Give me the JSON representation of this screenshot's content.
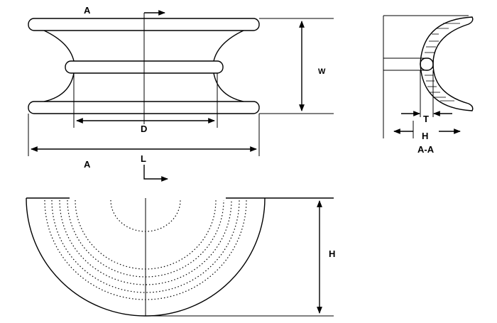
{
  "labels": {
    "section_top": "A",
    "section_bottom": "A",
    "dim_d": "D",
    "dim_l": "L",
    "dim_w": "W",
    "dim_h_side": "H",
    "dim_t": "T",
    "dim_h_section": "H",
    "section_caption": "A-A"
  },
  "colors": {
    "line": "#000000",
    "background": "#ffffff",
    "hatch": "#000000"
  }
}
